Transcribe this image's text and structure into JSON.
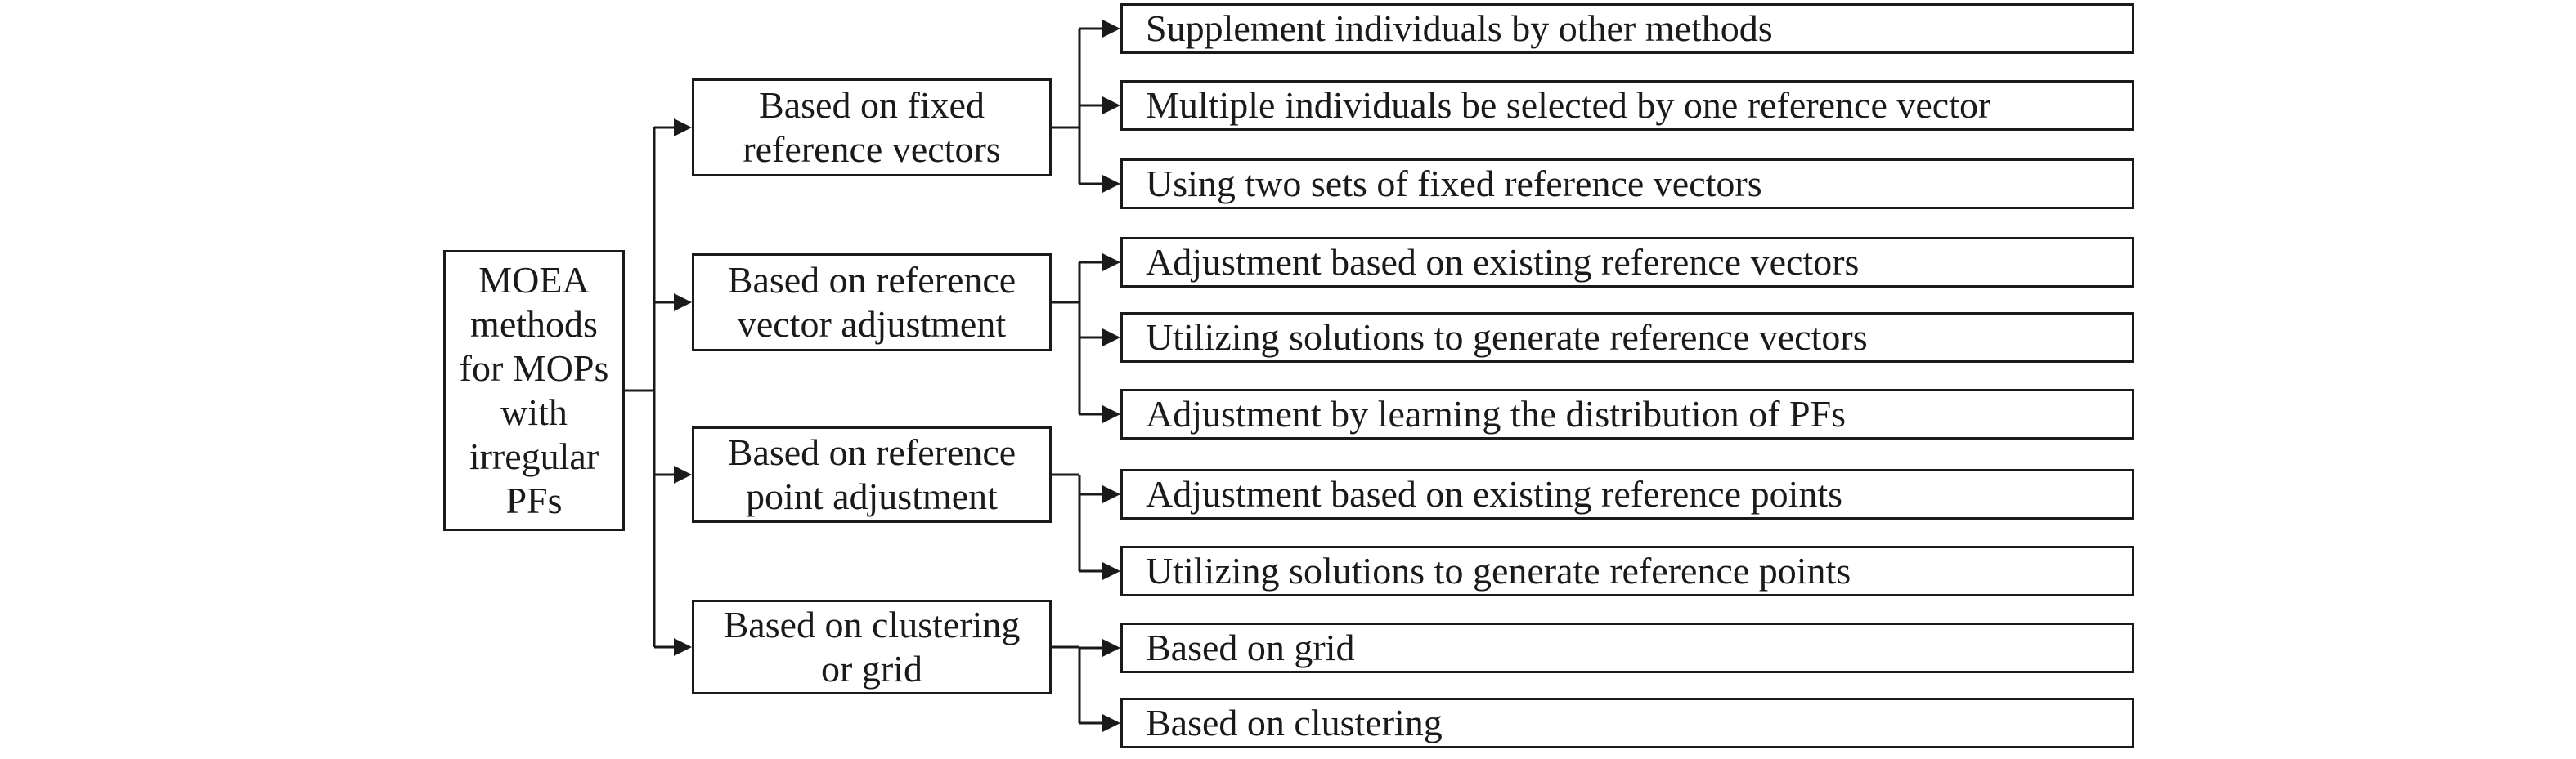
{
  "root": {
    "label": "MOEA\nmethods\nfor MOPs\nwith\nirregular\nPFs"
  },
  "categories": [
    {
      "label": "Based on fixed\nreference vectors",
      "children": [
        "Supplement individuals by other methods",
        "Multiple individuals be selected by one reference vector",
        "Using two sets of fixed reference vectors"
      ]
    },
    {
      "label": "Based on reference\nvector adjustment",
      "children": [
        "Adjustment based on existing reference vectors",
        "Utilizing solutions to generate reference vectors",
        "Adjustment by learning the distribution of PFs"
      ]
    },
    {
      "label": "Based on reference\npoint adjustment",
      "children": [
        "Adjustment based on existing reference points",
        "Utilizing solutions to generate reference points"
      ]
    },
    {
      "label": "Based on clustering\nor grid",
      "children": [
        "Based on grid",
        "Based on clustering"
      ]
    }
  ]
}
